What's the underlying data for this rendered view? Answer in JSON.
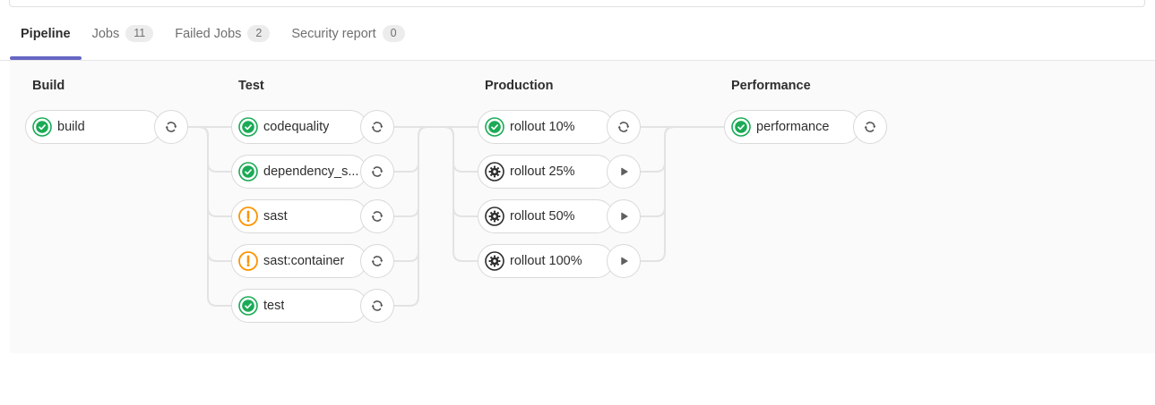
{
  "tabs": {
    "items": [
      {
        "label": "Pipeline",
        "active": true
      },
      {
        "label": "Jobs",
        "badge": "11",
        "active": false
      },
      {
        "label": "Failed Jobs",
        "badge": "2",
        "active": false
      },
      {
        "label": "Security report",
        "badge": "0",
        "active": false
      }
    ]
  },
  "pipeline": {
    "stages": [
      {
        "name": "Build",
        "jobs": [
          {
            "name": "build",
            "status": "success",
            "action": "retry"
          }
        ]
      },
      {
        "name": "Test",
        "jobs": [
          {
            "name": "codequality",
            "status": "success",
            "action": "retry"
          },
          {
            "name": "dependency_s...",
            "status": "success",
            "action": "retry"
          },
          {
            "name": "sast",
            "status": "warning",
            "action": "retry"
          },
          {
            "name": "sast:container",
            "status": "warning",
            "action": "retry"
          },
          {
            "name": "test",
            "status": "success",
            "action": "retry"
          }
        ]
      },
      {
        "name": "Production",
        "jobs": [
          {
            "name": "rollout 10%",
            "status": "success",
            "action": "retry"
          },
          {
            "name": "rollout 25%",
            "status": "manual",
            "action": "play"
          },
          {
            "name": "rollout 50%",
            "status": "manual",
            "action": "play"
          },
          {
            "name": "rollout 100%",
            "status": "manual",
            "action": "play"
          }
        ]
      },
      {
        "name": "Performance",
        "jobs": [
          {
            "name": "performance",
            "status": "success",
            "action": "retry"
          }
        ]
      }
    ]
  },
  "colors": {
    "success": "#1aaa55",
    "warning": "#fc9403",
    "manual": "#2b2b2b",
    "accent": "#6666c4",
    "connector": "#e3e3e3",
    "graph_background": "#fafafa"
  }
}
